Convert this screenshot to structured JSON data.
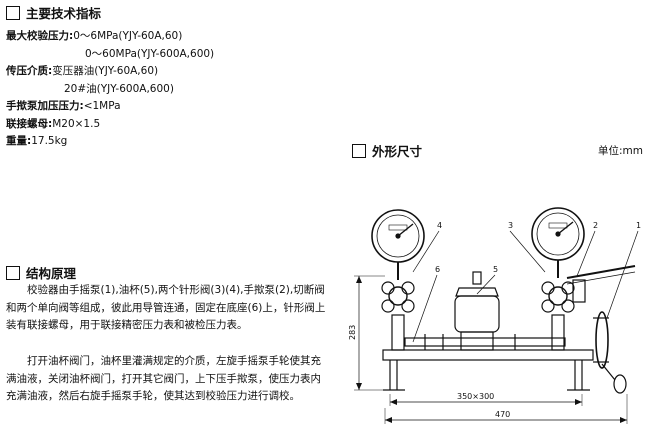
{
  "section_specs": {
    "title": "主要技术指标",
    "rows": [
      {
        "label": "最大校验压力:",
        "value": "0～6MPa(YJY-60A,60)"
      },
      {
        "label": "",
        "value": "0～60MPa(YJY-600A,600)"
      },
      {
        "label": "传压介质:",
        "value": "变压器油(YJY-60A,60)"
      },
      {
        "label": "",
        "value": "20#油(YJY-600A,600)"
      },
      {
        "label": "手揿泵加压压力:",
        "value": "<1MPa"
      },
      {
        "label": "联接螺母:",
        "value": "M20×1.5"
      },
      {
        "label": "重量:",
        "value": "17.5kg"
      }
    ]
  },
  "section_dimensions": {
    "title": "外形尺寸",
    "unit": "单位:mm"
  },
  "section_principle": {
    "title": "结构原理",
    "paragraph1": "校验器由手摇泵(1),油杯(5),两个针形阀(3)(4),手揿泵(2),切断阀和两个单向阀等组成，彼此用导管连通，固定在底座(6)上，针形阀上装有联接螺母，用于联接精密压力表和被检压力表。",
    "paragraph2": "打开油杯阀门，油杯里灌满规定的介质，左旋手摇泵手轮使其充满油液，关闭油杯阀门，打开其它阀门，上下压手揿泵，使压力表内充满油液，然后右旋手摇泵手轮，使其达到校验压力进行调校。"
  },
  "drawing": {
    "callouts": [
      "4",
      "3",
      "2",
      "1",
      "6",
      "5"
    ],
    "dim_height": "283",
    "dim_base": "350×300",
    "dim_total": "470"
  }
}
